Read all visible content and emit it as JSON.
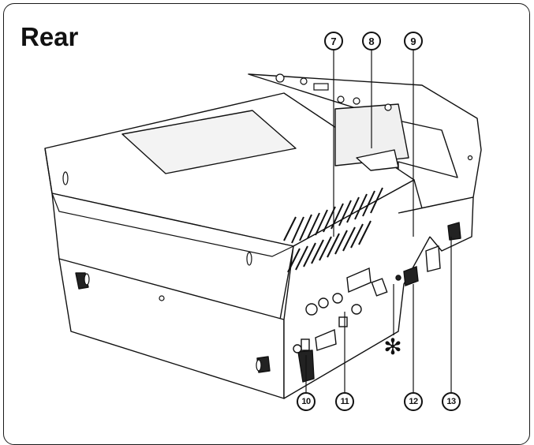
{
  "title": "Rear",
  "callouts": [
    {
      "id": "7",
      "label": "7"
    },
    {
      "id": "8",
      "label": "8"
    },
    {
      "id": "9",
      "label": "9"
    },
    {
      "id": "10",
      "label": "10"
    },
    {
      "id": "11",
      "label": "11"
    },
    {
      "id": "12",
      "label": "12"
    },
    {
      "id": "13",
      "label": "13"
    }
  ],
  "asterisk": "✻",
  "colors": {
    "line": "#111111",
    "fill": "#ffffff",
    "shade": "#d9d9d9"
  }
}
